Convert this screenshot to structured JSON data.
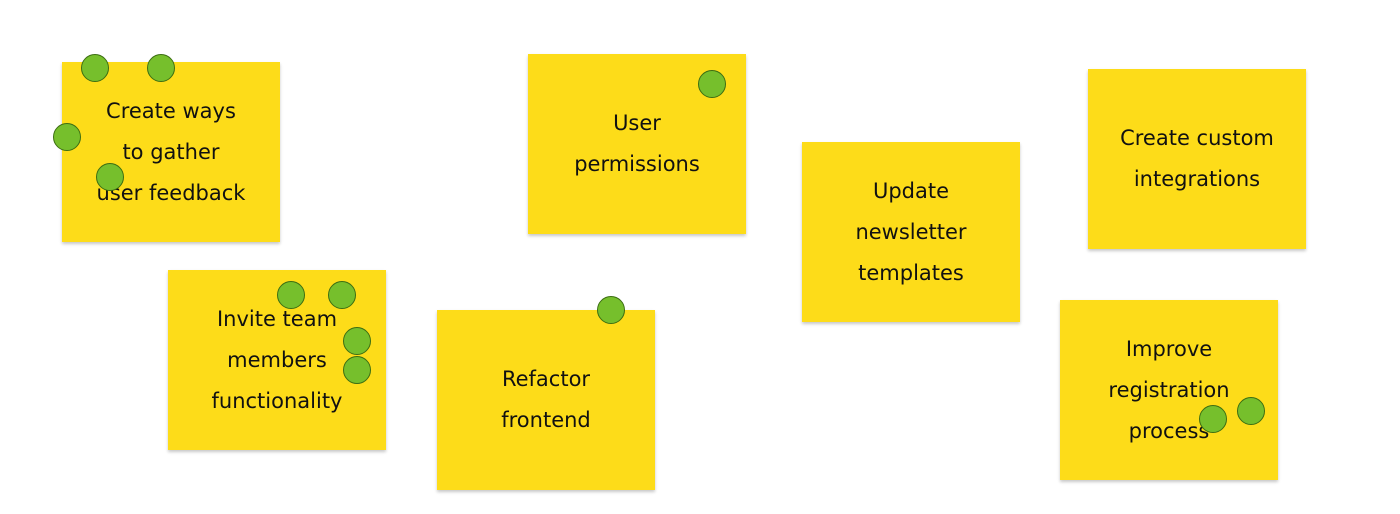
{
  "board": {
    "notes": [
      {
        "id": "n1",
        "text": "Create ways\nto gather\nuser feedback",
        "votes": 4
      },
      {
        "id": "n2",
        "text": "Invite team\nmembers\nfunctionality",
        "votes": 4
      },
      {
        "id": "n3",
        "text": "User\npermissions",
        "votes": 1
      },
      {
        "id": "n4",
        "text": "Refactor\nfrontend",
        "votes": 1
      },
      {
        "id": "n5",
        "text": "Update\nnewsletter\ntemplates",
        "votes": 0
      },
      {
        "id": "n6",
        "text": "Create custom\nintegrations",
        "votes": 0
      },
      {
        "id": "n7",
        "text": "Improve\nregistration\nprocess",
        "votes": 2
      }
    ]
  },
  "colors": {
    "note": "#fddc19",
    "vote_dot": "#76bf2c",
    "vote_dot_border": "#3c6e12",
    "text": "#111111"
  }
}
